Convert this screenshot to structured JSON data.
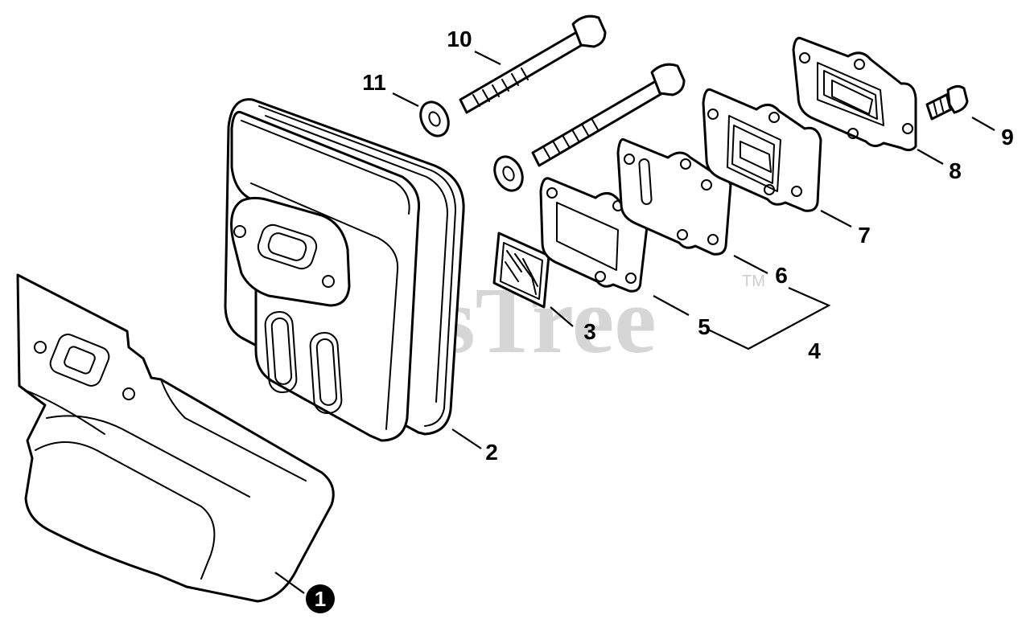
{
  "diagram": {
    "watermark": "PartsTree",
    "watermark_tm": "TM",
    "callouts": {
      "p1": "1",
      "p2": "2",
      "p3": "3",
      "p4": "4",
      "p5": "5",
      "p6": "6",
      "p7": "7",
      "p8": "8",
      "p9": "9",
      "p10": "10",
      "p11": "11"
    }
  }
}
